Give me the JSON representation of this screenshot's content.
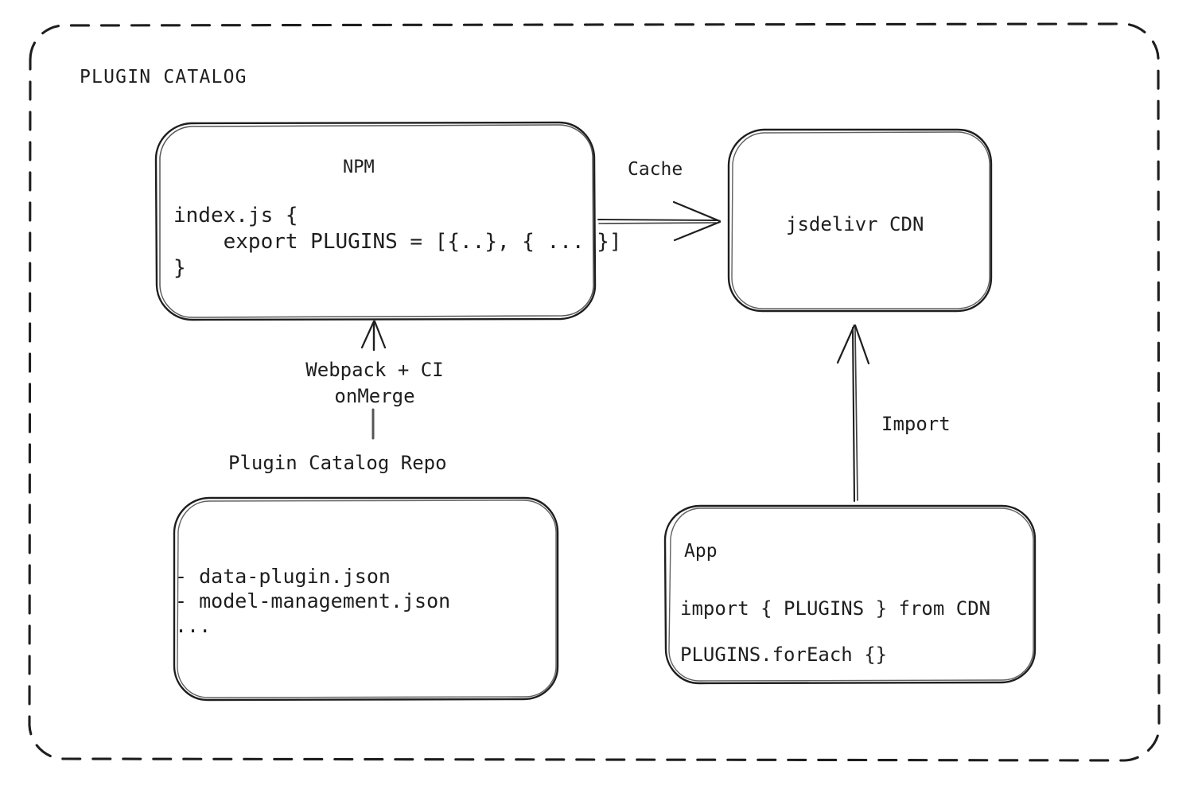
{
  "diagram": {
    "type": "architecture-flow",
    "group": {
      "title": "PLUGIN CATALOG",
      "border_style": "dashed",
      "stroke": "#1e1e1e"
    },
    "nodes": [
      {
        "id": "npm",
        "title": "NPM",
        "lines": [
          "index.js {",
          "    export PLUGINS = [{..}, { ... }]",
          "}"
        ]
      },
      {
        "id": "cdn",
        "title": "jsdelivr CDN",
        "lines": []
      },
      {
        "id": "repo",
        "title": "Plugin Catalog Repo",
        "lines": [
          "- data-plugin.json",
          "- model-management.json",
          "..."
        ]
      },
      {
        "id": "app",
        "title": "App",
        "lines": [
          "import { PLUGINS } from CDN",
          "PLUGINS.forEach {}"
        ]
      }
    ],
    "edges": [
      {
        "id": "cache",
        "label": "Cache",
        "from": "npm",
        "to": "cdn"
      },
      {
        "id": "build",
        "label": "Webpack + CI\nonMerge",
        "from": "repo",
        "to": "npm"
      },
      {
        "id": "import",
        "label": "Import",
        "from": "app",
        "to": "cdn"
      }
    ],
    "labels": {
      "cache": "Cache",
      "webpack_line1": "Webpack + CI",
      "webpack_line2": "onMerge",
      "import": "Import"
    },
    "colors": {
      "stroke": "#1e1e1e",
      "background": "#ffffff",
      "text": "#1e1e1e"
    }
  }
}
